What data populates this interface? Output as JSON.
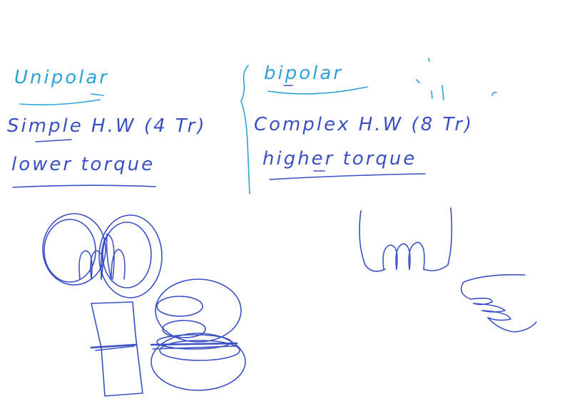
{
  "colors": {
    "ink_blue": "#3a4fc4",
    "ink_cyan": "#2ba3d6"
  },
  "notes": {
    "left_heading": "Unipolar",
    "left_line1": "Simple H.W (4 Tr)",
    "left_line2": "lower torque",
    "right_heading": "bipolar",
    "right_line1": "Complex H.W (8 Tr)",
    "right_line2": "higher torque"
  }
}
